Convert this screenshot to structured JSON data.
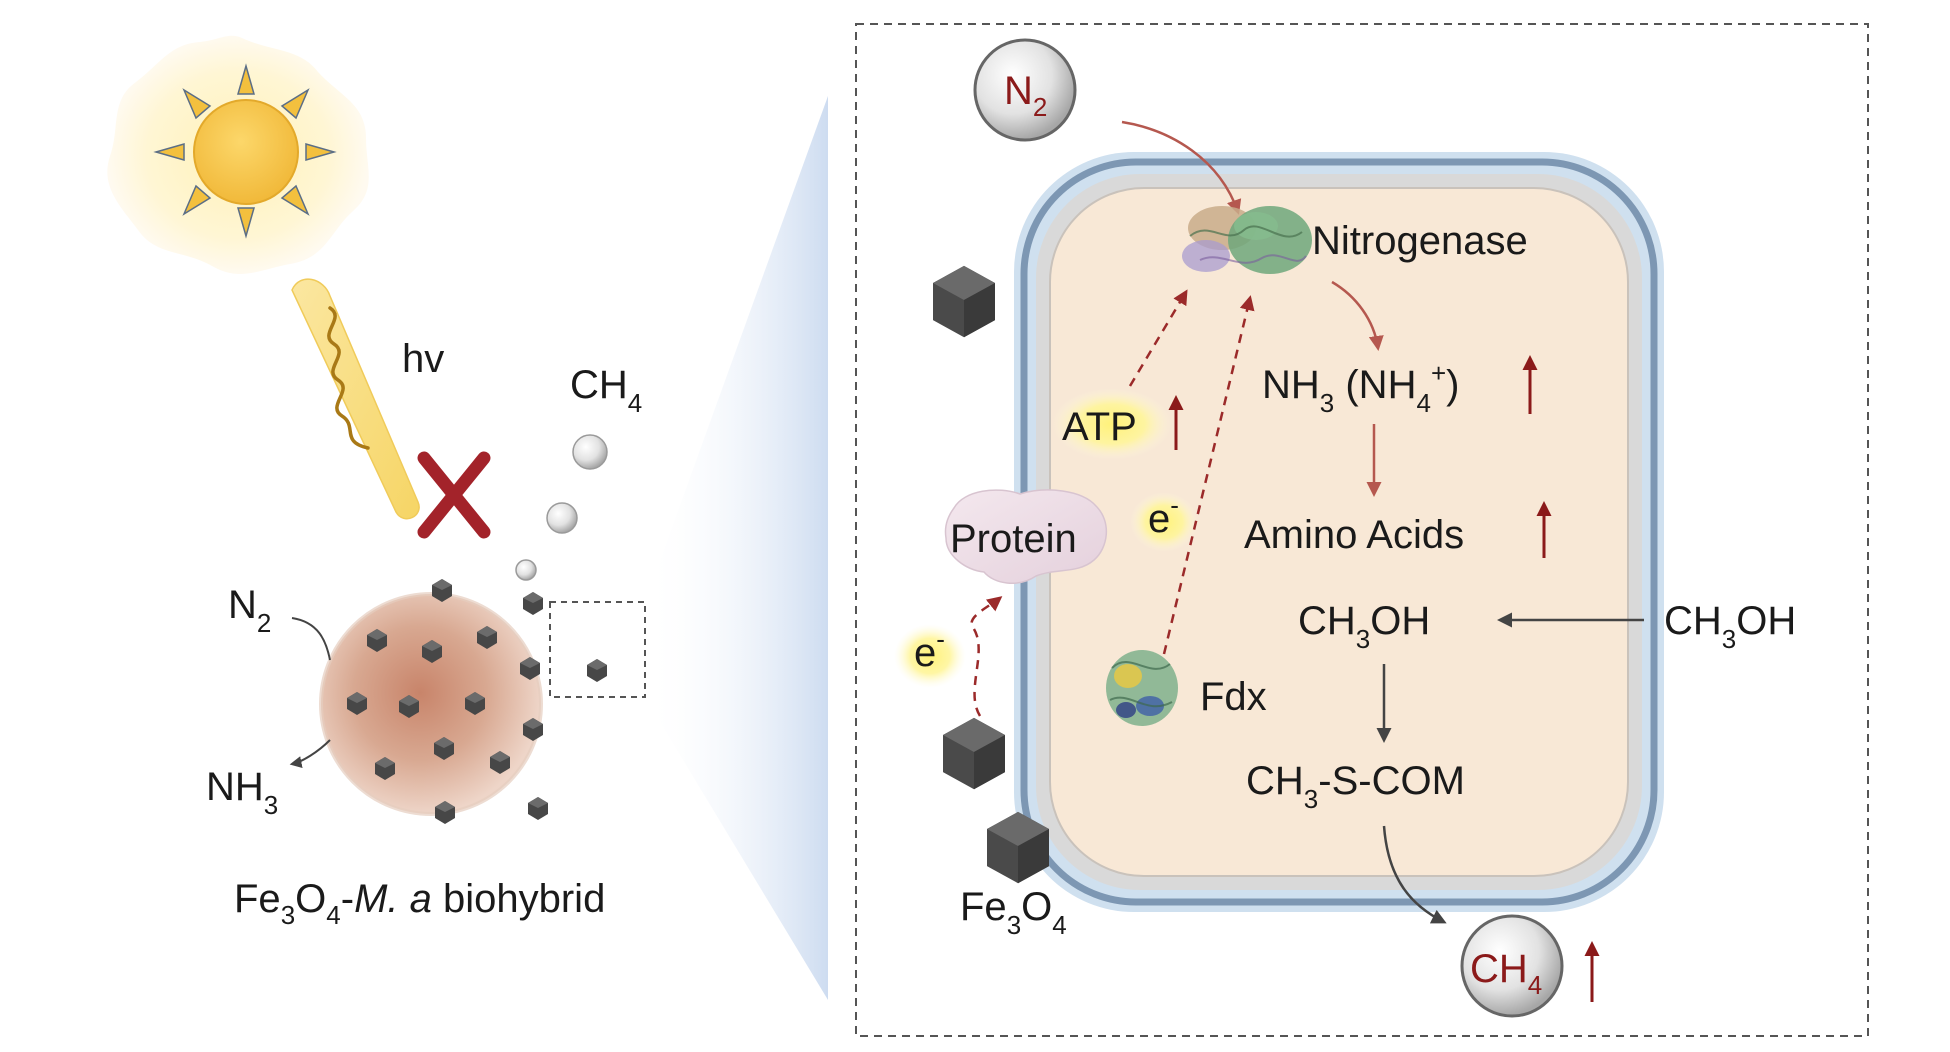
{
  "left_panel": {
    "light_label": "hv",
    "ch4": {
      "main": "CH",
      "sub": "4"
    },
    "n2": {
      "main": "N",
      "sub": "2"
    },
    "nh3": {
      "main": "NH",
      "sub": "3"
    },
    "caption": {
      "fe": "Fe",
      "sub3": "3",
      "o": "O",
      "sub4": "4",
      "dash": "-",
      "species": "M. a",
      "rest": " biohybrid"
    }
  },
  "right_panel": {
    "n2_bubble": {
      "main": "N",
      "sub": "2"
    },
    "nitrogenase": "Nitrogenase",
    "nh3_line": {
      "nh": "NH",
      "sub3": "3",
      "mid": " (NH",
      "sub4": "4",
      "sup": "+",
      "end": ")"
    },
    "atp": "ATP",
    "e_minus_inner": {
      "main": "e",
      "sup": "-"
    },
    "amino_acids": "Amino Acids",
    "protein": "Protein",
    "e_minus_outer": {
      "main": "e",
      "sup": "-"
    },
    "ch3oh_inner": {
      "ch": "CH",
      "sub": "3",
      "oh": "OH"
    },
    "ch3oh_outer": {
      "ch": "CH",
      "sub": "3",
      "oh": "OH"
    },
    "fdx": "Fdx",
    "ch3scom": {
      "ch": "CH",
      "sub": "3",
      "rest": "-S-COM"
    },
    "fe3o4": {
      "fe": "Fe",
      "sub3": "3",
      "o": "O",
      "sub4": "4"
    },
    "ch4_bubble": {
      "main": "CH",
      "sub": "4"
    }
  },
  "colors": {
    "arrow_red": "#b5584f",
    "dash_red": "#9b2a2a",
    "up_arrow": "#8b1a1a",
    "cross": "#a3232a",
    "cell_fill": "#f8e8d6",
    "membrane_outer": "#c9dcec",
    "membrane_line": "#7d97b3",
    "sun": "#f6c445",
    "particle": "#4a4a4a"
  }
}
